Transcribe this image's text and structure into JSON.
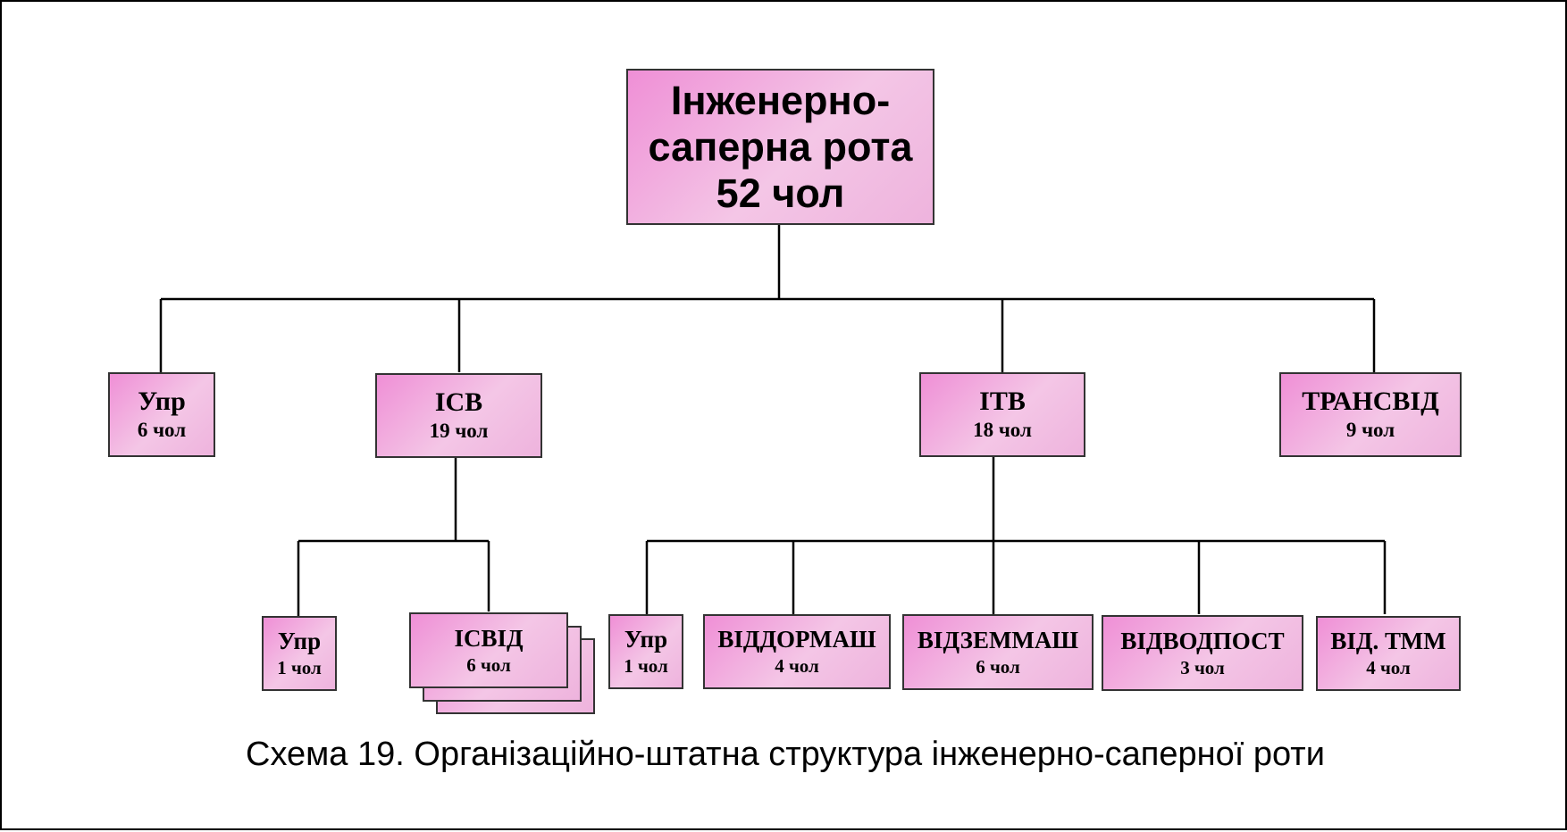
{
  "root": {
    "line1": "Інженерно-",
    "line2": "саперна рота",
    "count": "52 чол"
  },
  "level1": [
    {
      "name": "Упр",
      "count": "6 чол"
    },
    {
      "name": "ІСВ",
      "count": "19 чол"
    },
    {
      "name": "ІТВ",
      "count": "18 чол"
    },
    {
      "name": "ТРАНСВІД",
      "count": "9 чол"
    }
  ],
  "isv_children": [
    {
      "name": "Упр",
      "count": "1 чол"
    },
    {
      "name": "ІСВІД",
      "count": "6 чол"
    }
  ],
  "itv_children": [
    {
      "name": "Упр",
      "count": "1 чол"
    },
    {
      "name": "ВІДДОРМАШ",
      "count": "4 чол"
    },
    {
      "name": "ВІДЗЕММАШ",
      "count": "6 чол"
    },
    {
      "name": "ВІДВОДПОСТ",
      "count": "3 чол"
    },
    {
      "name": "ВІД. ТММ",
      "count": "4 чол"
    }
  ],
  "caption": "Схема 19. Організаційно-штатна структура інженерно-саперної роти",
  "colors": {
    "box_fill_light": "#f4c6e6",
    "box_fill_dark": "#ef8fd6",
    "border": "#333333",
    "line": "#000000"
  }
}
